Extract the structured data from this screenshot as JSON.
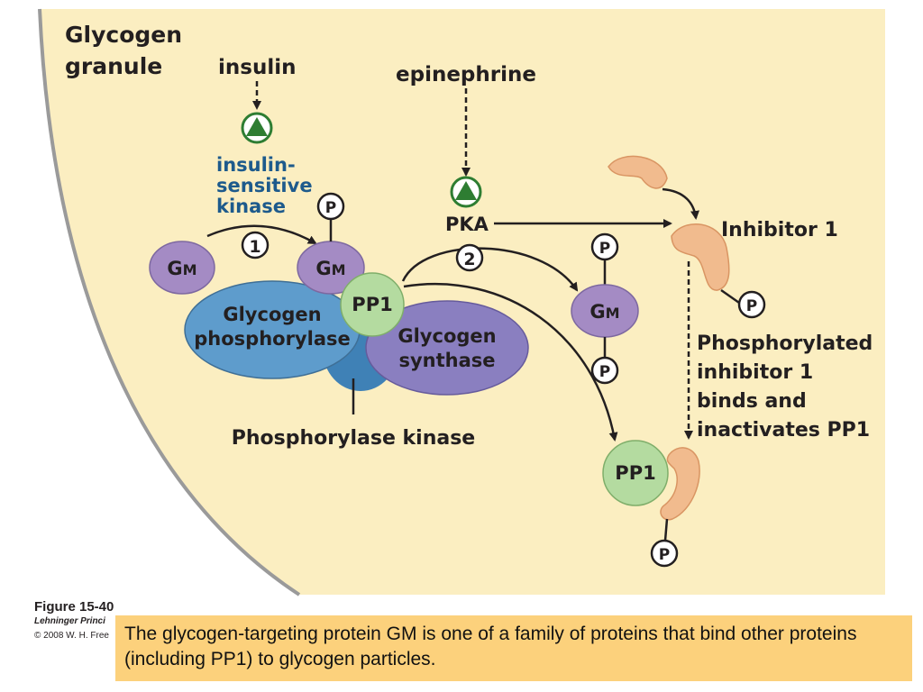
{
  "diagram": {
    "title_line1": "Glycogen",
    "title_line2": "granule",
    "insulin": "insulin",
    "epinephrine": "epinephrine",
    "kinase_line1": "insulin-",
    "kinase_line2": "sensitive",
    "kinase_line3": "kinase",
    "pka": "PKA",
    "step1": "1",
    "step2": "2",
    "gm_g": "G",
    "gm_m": "M",
    "pp1": "PP1",
    "phosphate": "P",
    "phosphorylase_line1": "Glycogen",
    "phosphorylase_line2": "phosphorylase",
    "synthase_line1": "Glycogen",
    "synthase_line2": "synthase",
    "phosphorylase_kinase": "Phosphorylase kinase",
    "inhibitor1": "Inhibitor 1",
    "note_line1": "Phosphorylated",
    "note_line2": "inhibitor 1",
    "note_line3": "binds and",
    "note_line4": "inactivates PP1"
  },
  "figure": {
    "number": "Figure 15-40",
    "book": "Lehninger Princi",
    "copyright": "© 2008 W. H. Free"
  },
  "caption": "The glycogen-targeting protein GM is one of a family of proteins that bind other proteins (including PP1) to glycogen particles.",
  "colors": {
    "background": "#fbeec1",
    "gm": "#a48bc4",
    "pp1": "#b4dba0",
    "phosphorylase": "#5e9ccc",
    "synthase": "#8a7fc0",
    "phosphorylase_kinase": "#3f81b6",
    "inhibitor": "#f1bb8e",
    "receptor": "#2e7d32",
    "caption_bg": "#fcd17c"
  }
}
